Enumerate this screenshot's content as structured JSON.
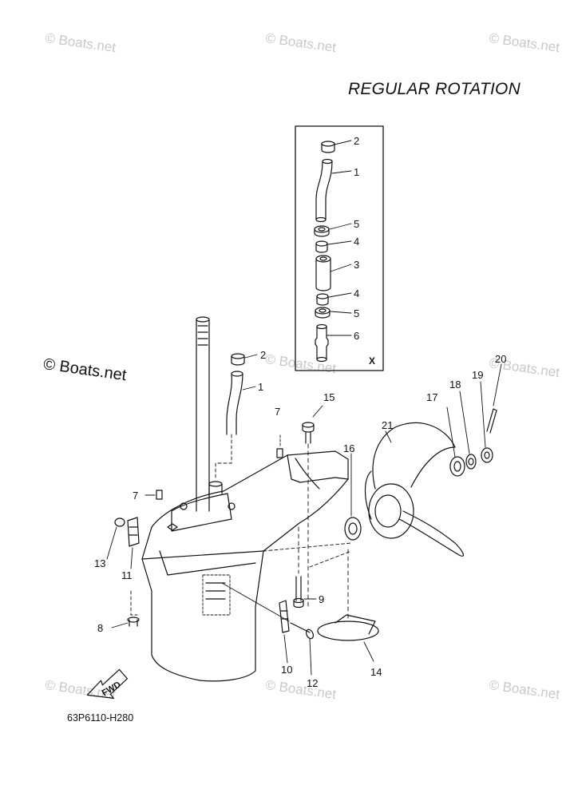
{
  "diagram": {
    "title": "REGULAR ROTATION",
    "drawing_code": "63P6110-H280",
    "brand_label": "© Boats.net",
    "watermark": "© Boats.net",
    "inset_label": "X",
    "fwd_label": "FWD"
  },
  "callouts": {
    "c1": "1",
    "c2": "2",
    "c3": "3",
    "c4": "4",
    "c5": "5",
    "c6": "6",
    "c1b": "1",
    "c2b": "2",
    "c4b": "4",
    "c5b": "5",
    "c7": "7",
    "c7b": "7",
    "c8": "8",
    "c9": "9",
    "c10": "10",
    "c11": "11",
    "c12": "12",
    "c13": "13",
    "c14": "14",
    "c15": "15",
    "c16": "16",
    "c17": "17",
    "c18": "18",
    "c19": "19",
    "c20": "20",
    "c21": "21"
  }
}
